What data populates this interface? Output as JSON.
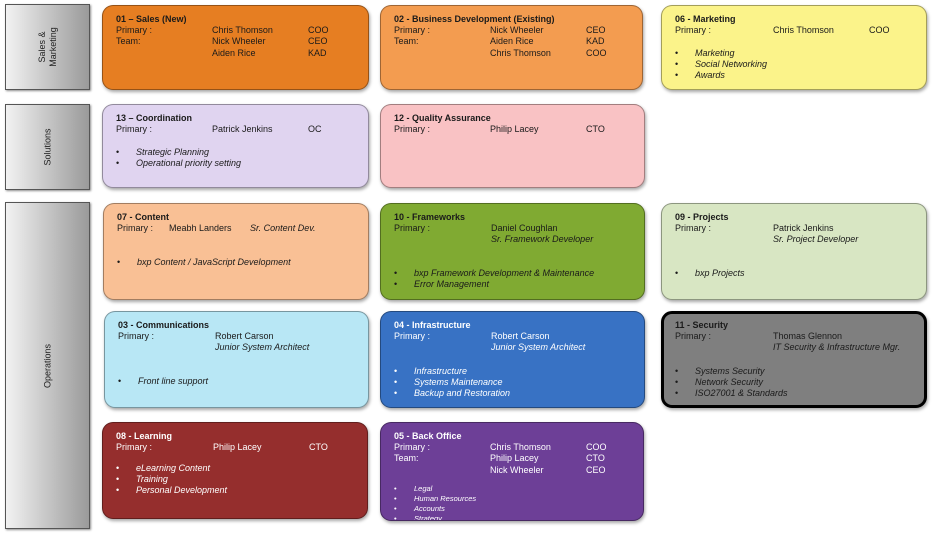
{
  "sections": {
    "sales": "Sales &\nMarketing",
    "solutions": "Solutions",
    "operations": "Operations"
  },
  "colors": {
    "sales_new": "#e67e22",
    "bizdev": "#f39c50",
    "marketing": "#fbf38a",
    "coordination": "#e0d4f0",
    "quality": "#f9c2c4",
    "content": "#f9c095",
    "frameworks": "#80aa32",
    "projects": "#d8e6c3",
    "communications": "#b8e7f5",
    "infrastructure": "#3872c4",
    "security": "#7f7f7f",
    "learning": "#952e2d",
    "backoffice": "#6d3f97"
  },
  "boxes": {
    "sales_new": {
      "title": "01 – Sales (New)",
      "rows": [
        {
          "label": "Primary :",
          "name": "Chris Thomson",
          "role": "COO"
        },
        {
          "label": "Team:",
          "name": "Nick Wheeler",
          "role": "CEO"
        },
        {
          "label": "",
          "name": "Aiden Rice",
          "role": "KAD"
        }
      ]
    },
    "bizdev": {
      "title": "02 - Business Development (Existing)",
      "rows": [
        {
          "label": "Primary :",
          "name": "Nick Wheeler",
          "role": "CEO"
        },
        {
          "label": "Team:",
          "name": "Aiden Rice",
          "role": "KAD"
        },
        {
          "label": "",
          "name": "Chris Thomson",
          "role": "COO"
        }
      ]
    },
    "marketing": {
      "title": "06 - Marketing",
      "rows": [
        {
          "label": "Primary :",
          "name": "Chris Thomson",
          "role": "COO"
        }
      ],
      "bullets": [
        "Marketing",
        "Social Networking",
        "Awards"
      ]
    },
    "coordination": {
      "title": "13  – Coordination",
      "rows": [
        {
          "label": "Primary :",
          "name": "Patrick Jenkins",
          "role": "OC"
        }
      ],
      "bullets": [
        "Strategic Planning",
        "Operational  priority setting"
      ]
    },
    "quality": {
      "title": "12 - Quality Assurance",
      "rows": [
        {
          "label": "Primary :",
          "name": "Philip Lacey",
          "role": "CTO"
        }
      ]
    },
    "content": {
      "title": "07 - Content",
      "rows": [
        {
          "label": "Primary :",
          "name": "Meabh  Landers",
          "role": "Sr. Content  Dev."
        }
      ],
      "bullets": [
        "bxp Content   / JavaScript Development"
      ]
    },
    "frameworks": {
      "title": "10 - Frameworks",
      "rows": [
        {
          "label": "Primary :",
          "name": "Daniel Coughlan",
          "role": ""
        },
        {
          "label": "",
          "name": "",
          "role": "Sr. Framework  Developer"
        }
      ],
      "bullets": [
        "bxp Framework  Development  & Maintenance",
        "Error Management"
      ]
    },
    "projects": {
      "title": "09 - Projects",
      "rows": [
        {
          "label": "Primary :",
          "name": "Patrick Jenkins",
          "role": ""
        },
        {
          "label": "",
          "name": "",
          "role": "Sr. Project Developer"
        }
      ],
      "bullets": [
        "bxp Projects"
      ]
    },
    "communications": {
      "title": "03 - Communications",
      "rows": [
        {
          "label": "Primary :",
          "name": "Robert Carson",
          "role": ""
        },
        {
          "label": "",
          "name": "",
          "role": "Junior System Architect"
        }
      ],
      "bullets": [
        "Front line support"
      ]
    },
    "infrastructure": {
      "title": "04 - Infrastructure",
      "rows": [
        {
          "label": "Primary :",
          "name": "Robert Carson",
          "role": ""
        },
        {
          "label": "",
          "name": "",
          "role": "Junior System Architect"
        }
      ],
      "bullets": [
        "Infrastructure",
        "Systems Maintenance",
        "Backup and Restoration"
      ]
    },
    "security": {
      "title": "11 - Security",
      "rows": [
        {
          "label": "Primary :",
          "name": "Thomas Glennon",
          "role": ""
        },
        {
          "label": "",
          "name": "",
          "role": "IT Security & Infrastructure Mgr."
        }
      ],
      "bullets": [
        "Systems Security",
        "Network Security",
        "ISO27001  & Standards"
      ]
    },
    "learning": {
      "title": "08 - Learning",
      "rows": [
        {
          "label": "Primary :",
          "name": "Philip Lacey",
          "role": "CTO"
        }
      ],
      "bullets": [
        "eLearning Content",
        "Training",
        "Personal Development"
      ]
    },
    "backoffice": {
      "title": "05 - Back Office",
      "rows": [
        {
          "label": "Primary :",
          "name": "Chris Thomson",
          "role": "COO"
        },
        {
          "label": "Team:",
          "name": "Philip Lacey",
          "role": "CTO"
        },
        {
          "label": "",
          "name": "Nick Wheeler",
          "role": "CEO"
        }
      ],
      "bullets": [
        "Legal",
        "Human  Resources",
        "Accounts",
        "Strategy"
      ]
    }
  }
}
